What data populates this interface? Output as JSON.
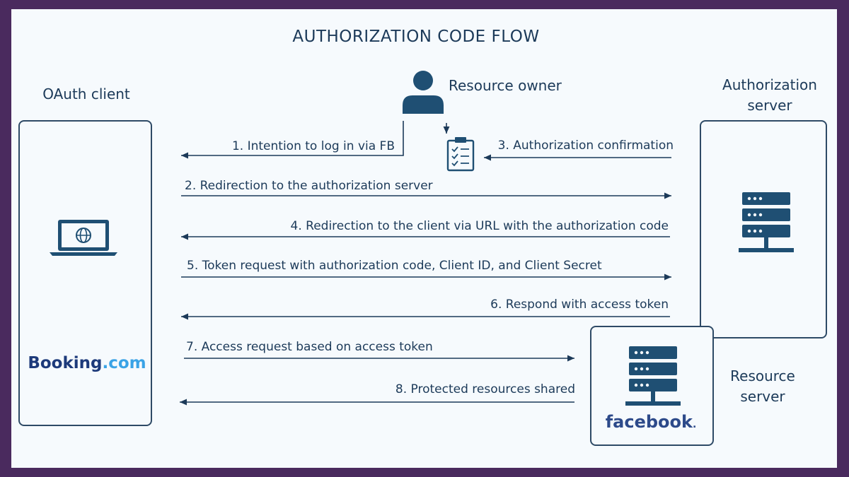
{
  "diagram": {
    "title": "AUTHORIZATION CODE FLOW",
    "actors": {
      "oauth_client": "OAuth client",
      "resource_owner": "Resource owner",
      "authorization_server": [
        "Authorization",
        "server"
      ],
      "resource_server": [
        "Resource",
        "server"
      ]
    },
    "logos": {
      "booking_main": "Booking",
      "booking_dot": ".com",
      "facebook": "facebook",
      "facebook_dot": "."
    },
    "steps": [
      {
        "label": "1. Intention to log in via FB",
        "direction": "owner-to-client"
      },
      {
        "label": "2. Redirection to the authorization server",
        "direction": "client-to-auth-server"
      },
      {
        "label": "3. Authorization confirmation",
        "direction": "auth-server-to-owner"
      },
      {
        "label": "4. Redirection to the client via URL with the authorization code",
        "direction": "auth-server-to-client"
      },
      {
        "label": "5. Token request with authorization code, Client ID, and Client Secret",
        "direction": "client-to-auth-server"
      },
      {
        "label": "6. Respond with access token",
        "direction": "auth-server-to-client"
      },
      {
        "label": "7. Access request based on access token",
        "direction": "client-to-resource-server"
      },
      {
        "label": "8. Protected resources shared",
        "direction": "resource-server-to-client"
      }
    ],
    "icons": {
      "client": "laptop-globe-icon",
      "owner": "person-icon",
      "consent": "checklist-icon",
      "auth_server": "server-rack-icon",
      "resource_server": "server-rack-icon"
    },
    "colors": {
      "background": "#f6fafd",
      "frame": "#4a2a5e",
      "text": "#1c3a59",
      "icon": "#1f4f73",
      "booking_main": "#1d3a7a",
      "booking_dot": "#3aa3e6",
      "facebook": "#2d4a8a"
    }
  }
}
